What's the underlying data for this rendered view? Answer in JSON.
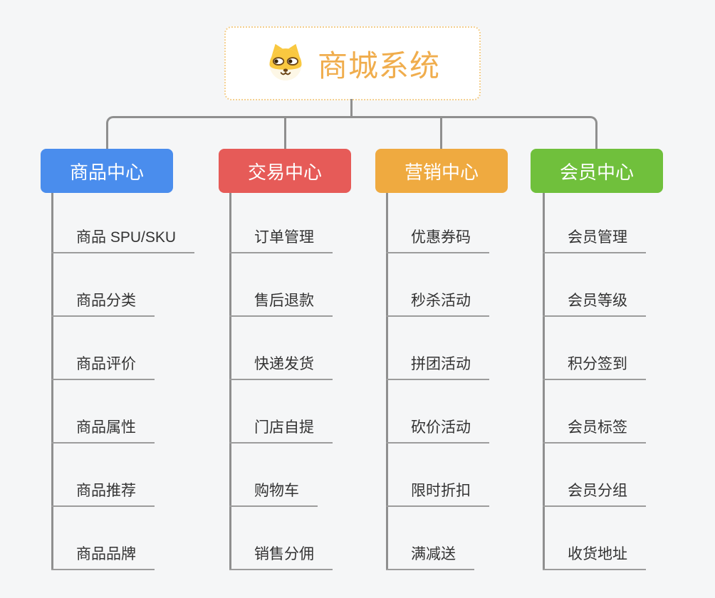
{
  "root": {
    "title": "商城系统",
    "icon": "dog-face-icon"
  },
  "branches": [
    {
      "label": "商品中心",
      "color": "#4a8ded",
      "children": [
        "商品 SPU/SKU",
        "商品分类",
        "商品评价",
        "商品属性",
        "商品推荐",
        "商品品牌"
      ]
    },
    {
      "label": "交易中心",
      "color": "#e65b58",
      "children": [
        "订单管理",
        "售后退款",
        "快递发货",
        "门店自提",
        "购物车",
        "销售分佣"
      ]
    },
    {
      "label": "营销中心",
      "color": "#efaa40",
      "children": [
        "优惠券码",
        "秒杀活动",
        "拼团活动",
        "砍价活动",
        "限时折扣",
        "满减送"
      ]
    },
    {
      "label": "会员中心",
      "color": "#70c03c",
      "children": [
        "会员管理",
        "会员等级",
        "积分签到",
        "会员标签",
        "会员分组",
        "收货地址"
      ]
    }
  ],
  "colors": {
    "background": "#f5f6f7",
    "connector_line": "#8f8f8f",
    "leaf_underline": "#9c9c9c",
    "leaf_text": "#333333",
    "root_text": "#f0ad4d",
    "root_border": "#f4cf8e",
    "root_background": "#ffffff"
  }
}
